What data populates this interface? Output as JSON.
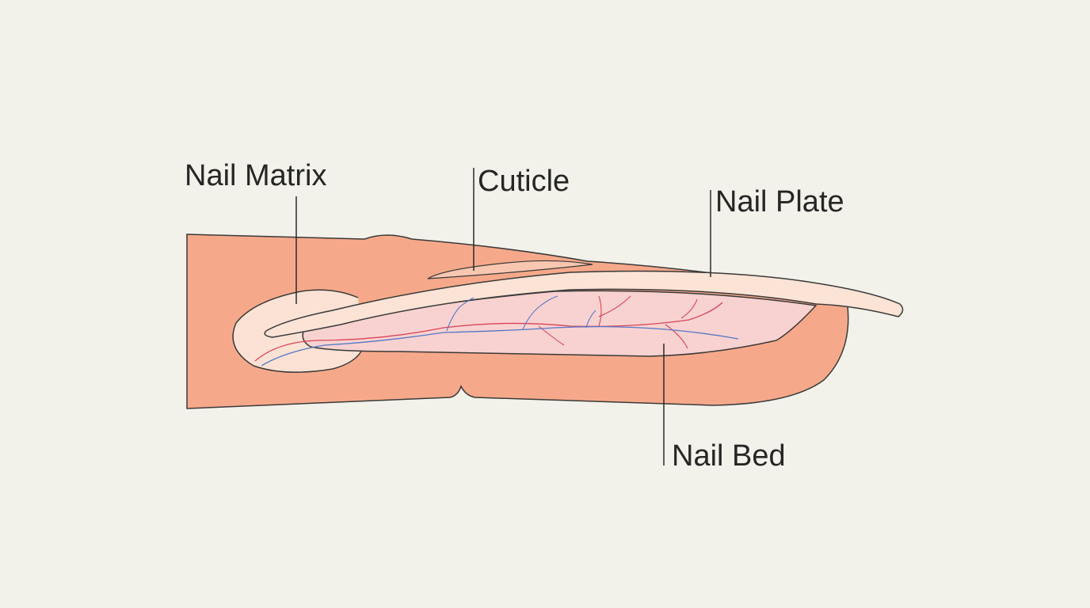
{
  "labels": {
    "nail_matrix": "Nail Matrix",
    "cuticle": "Cuticle",
    "nail_plate": "Nail Plate",
    "nail_bed": "Nail Bed"
  },
  "colors": {
    "background": "#f3f2ea",
    "skin": "#f6a98a",
    "nail_plate": "#fbe3d6",
    "nail_bed": "#f8d2d0",
    "matrix": "#fbe2d4",
    "outline": "#3a3a3a",
    "artery": "#d9435a",
    "vein": "#5577c8"
  }
}
